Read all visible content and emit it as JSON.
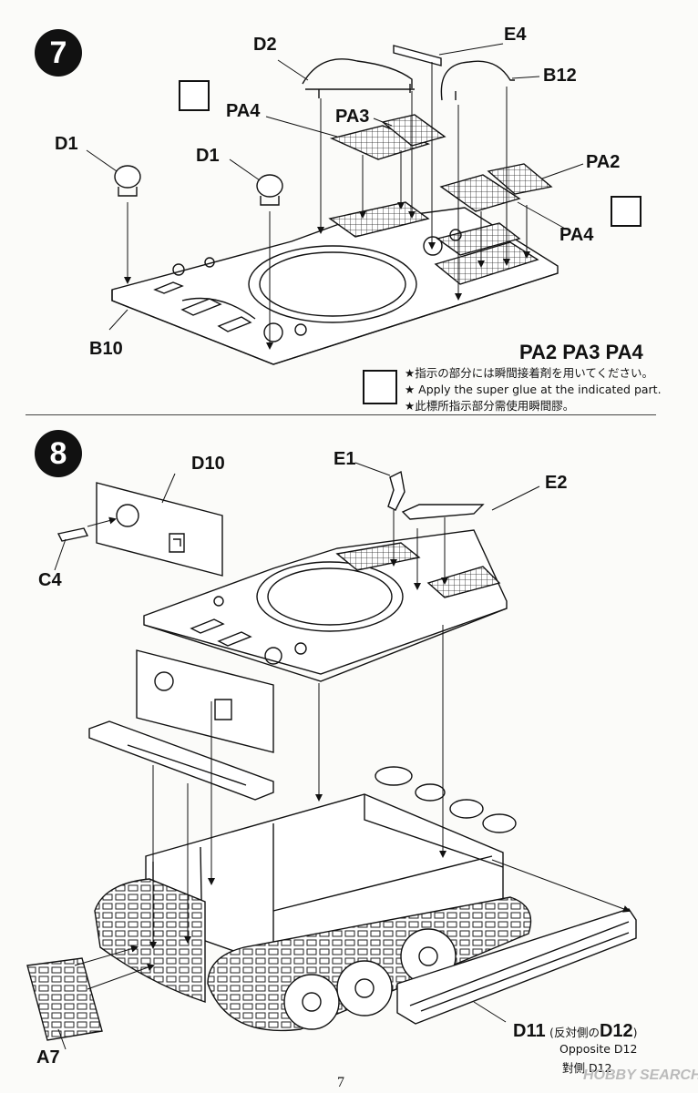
{
  "steps": [
    {
      "number": "7"
    },
    {
      "number": "8"
    }
  ],
  "step7": {
    "labels": {
      "d2": "D2",
      "e4": "E4",
      "b12": "B12",
      "pa4_top": "PA4",
      "pa3": "PA3",
      "d1_left": "D1",
      "d1_right": "D1",
      "pa2": "PA2",
      "pa4_right": "PA4",
      "b10": "B10"
    },
    "parts_heading": "PA2 PA3 PA4",
    "note": {
      "jp": "★指示の部分には瞬間接着剤を用いてください。",
      "en": "★ Apply the super glue at the indicated part.",
      "zh": "★此標所指示部分需使用瞬間膠。"
    }
  },
  "step8": {
    "labels": {
      "d10": "D10",
      "e1": "E1",
      "e2": "E2",
      "c4": "C4",
      "a7": "A7"
    },
    "d11": {
      "main": "D11",
      "paren_open": "(",
      "jp_mid": "反対側の",
      "d12": "D12",
      "paren_close": ")",
      "en": "Opposite D12",
      "zh": "對側 D12"
    }
  },
  "page_number": "7",
  "watermark": "HOBBY SEARCH",
  "colors": {
    "ink": "#111111",
    "paper": "#fbfbf9",
    "divider": "#444444"
  }
}
